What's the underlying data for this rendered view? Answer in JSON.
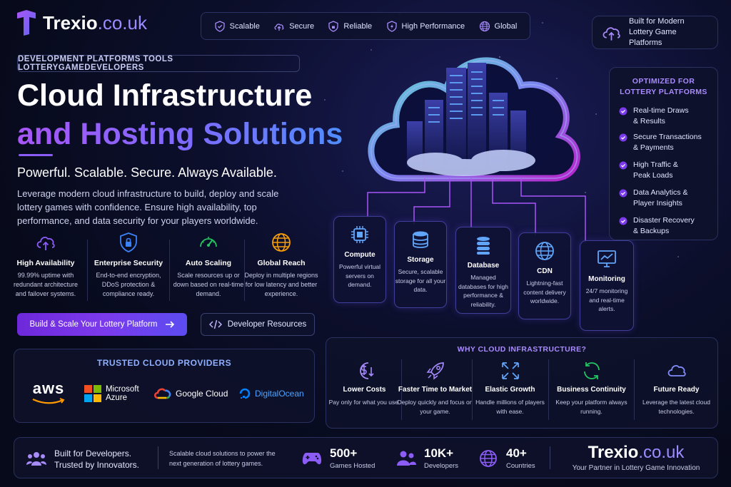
{
  "brand": {
    "name": "Trexio",
    "tld": ".co.uk"
  },
  "topbar": [
    {
      "label": "Scalable",
      "icon": "shield-check-icon"
    },
    {
      "label": "Secure",
      "icon": "cloud-upload-icon"
    },
    {
      "label": "Reliable",
      "icon": "shield-lock-icon"
    },
    {
      "label": "High Performance",
      "icon": "shield-bolt-icon"
    },
    {
      "label": "Global",
      "icon": "globe-icon"
    }
  ],
  "badge": {
    "line1": "Built for Modern",
    "line2": "Lottery Game Platforms",
    "icon": "cloud-upload-icon"
  },
  "hero": {
    "pill": "DEVELOPMENT PLATFORMS TOOLS LOTTERYGAMEDEVELOPERS",
    "title_line1": "Cloud Infrastructure",
    "title_line2": "and Hosting Solutions",
    "tagline": "Powerful. Scalable. Secure. Always Available.",
    "description": "Leverage modern cloud infrastructure to build, deploy and scale lottery games with confidence. Ensure high availability, top performance, and data security for your players worldwide."
  },
  "features": [
    {
      "title": "High Availability",
      "desc": "99.99% uptime with redundant architecture and failover systems.",
      "icon": "cloud-upload-icon",
      "color": "#8b5cf6"
    },
    {
      "title": "Enterprise Security",
      "desc": "End-to-end encryption, DDoS protection & compliance ready.",
      "icon": "shield-lock-icon",
      "color": "#3b82f6"
    },
    {
      "title": "Auto Scaling",
      "desc": "Scale resources up or down based on real-time demand.",
      "icon": "gauge-icon",
      "color": "#22c55e"
    },
    {
      "title": "Global Reach",
      "desc": "Deploy in multiple regions for low latency and better experience.",
      "icon": "globe-icon",
      "color": "#f59e0b"
    }
  ],
  "buttons": {
    "primary": "Build & Scale Your Lottery Platform",
    "secondary": "Developer Resources"
  },
  "providers": {
    "title": "TRUSTED CLOUD PROVIDERS",
    "items": [
      "aws",
      "Microsoft Azure",
      "Google Cloud",
      "DigitalOcean"
    ],
    "microsoft_line1": "Microsoft",
    "microsoft_line2": "Azure"
  },
  "optimized": {
    "title_line1": "OPTIMIZED FOR",
    "title_line2": "LOTTERY PLATFORMS",
    "items": [
      {
        "l1": "Real-time Draws",
        "l2": "& Results"
      },
      {
        "l1": "Secure Transactions",
        "l2": "& Payments"
      },
      {
        "l1": "High Traffic &",
        "l2": "Peak Loads"
      },
      {
        "l1": "Data Analytics &",
        "l2": "Player Insights"
      },
      {
        "l1": "Disaster Recovery",
        "l2": "& Backups"
      }
    ]
  },
  "services": [
    {
      "title": "Compute",
      "desc": "Powerful virtual servers on demand.",
      "icon": "cpu-icon"
    },
    {
      "title": "Storage",
      "desc": "Secure, scalable storage for all your data.",
      "icon": "storage-icon"
    },
    {
      "title": "Database",
      "desc": "Managed databases for high performance & reliability.",
      "icon": "database-icon"
    },
    {
      "title": "CDN",
      "desc": "Lightning-fast content delivery worldwide.",
      "icon": "globe-icon"
    },
    {
      "title": "Monitoring",
      "desc": "24/7 monitoring and real-time alerts.",
      "icon": "monitor-chart-icon"
    }
  ],
  "why": {
    "title": "WHY CLOUD INFRASTRUCTURE?",
    "items": [
      {
        "title": "Lower Costs",
        "desc": "Pay only for what you use.",
        "icon": "dollar-down-icon",
        "color": "#a78bfa"
      },
      {
        "title": "Faster Time to Market",
        "desc": "Deploy quickly and focus on your game.",
        "icon": "rocket-icon",
        "color": "#a78bfa"
      },
      {
        "title": "Elastic Growth",
        "desc": "Handle millions of players with ease.",
        "icon": "expand-arrows-icon",
        "color": "#60a5fa"
      },
      {
        "title": "Business Continuity",
        "desc": "Keep your platform always running.",
        "icon": "refresh-icon",
        "color": "#22c55e"
      },
      {
        "title": "Future Ready",
        "desc": "Leverage the latest cloud technologies.",
        "icon": "cloud-icon",
        "color": "#818cf8"
      }
    ]
  },
  "bottom": {
    "built_l1": "Built for Developers.",
    "built_l2": "Trusted by Innovators.",
    "scalable_l1": "Scalable cloud solutions to power the",
    "scalable_l2": "next generation of lottery games.",
    "stats": [
      {
        "value": "500+",
        "label": "Games Hosted",
        "icon": "gamepad-icon"
      },
      {
        "value": "10K+",
        "label": "Developers",
        "icon": "users-icon"
      },
      {
        "value": "40+",
        "label": "Countries",
        "icon": "globe-icon"
      }
    ],
    "tagline": "Your Partner in Lottery Game Innovation"
  },
  "colors": {
    "accent": "#8b5cf6",
    "blue": "#4f8dff",
    "bg": "#070a1a"
  }
}
